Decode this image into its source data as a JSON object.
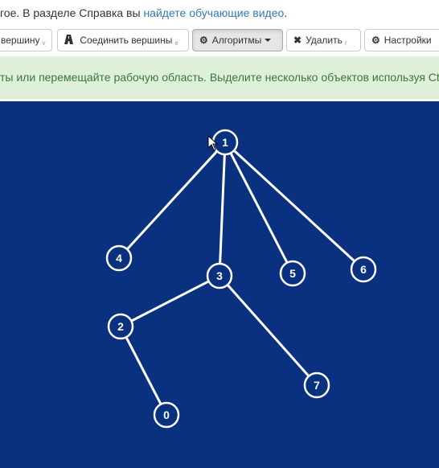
{
  "intro": {
    "text": "гое. В разделе Справка вы ",
    "link": "найдете обучающие видео",
    "end": "."
  },
  "toolbar": {
    "add_vertex": {
      "label": "вершину",
      "hotkey": "v"
    },
    "connect": {
      "label": "Соединить вершины",
      "hotkey": "e",
      "icon": "road-icon"
    },
    "algorithms": {
      "label": "Алгоритмы",
      "icon": "gear-icon"
    },
    "delete": {
      "label": "Удалить",
      "hotkey": "r",
      "icon": "close-icon"
    },
    "settings": {
      "label": "Настройки",
      "icon": "gear-icon"
    }
  },
  "hint": {
    "text": "ты или перемещайте рабочую область. Выделите несколько объектов используя Ctrl"
  },
  "graph": {
    "vertices": [
      "1",
      "4",
      "3",
      "5",
      "6",
      "2",
      "7",
      "0"
    ],
    "edges": [
      [
        "1",
        "4"
      ],
      [
        "1",
        "3"
      ],
      [
        "1",
        "5"
      ],
      [
        "1",
        "6"
      ],
      [
        "3",
        "2"
      ],
      [
        "3",
        "7"
      ],
      [
        "2",
        "0"
      ]
    ]
  },
  "colors": {
    "canvas": "#0a317f",
    "edge": "#ffffff",
    "hint_bg": "#dff0d8",
    "hint_text": "#3c763d",
    "link": "#337ab7"
  }
}
